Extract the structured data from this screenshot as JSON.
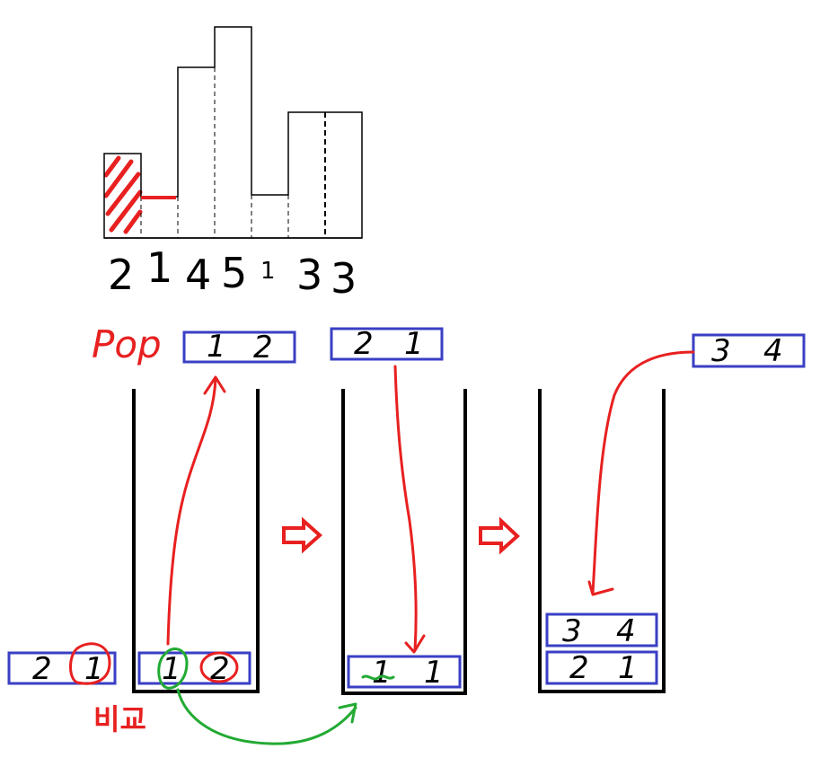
{
  "histogram": {
    "heights": [
      2,
      1,
      4,
      5,
      1,
      3,
      3
    ],
    "labels": [
      "2",
      "1",
      "4",
      "5",
      "1",
      "3",
      "3"
    ]
  },
  "annotations": {
    "pop": "Pop",
    "compare": "비교"
  },
  "boxes": {
    "outside_left": [
      "2",
      "1"
    ],
    "stack1_bottom": [
      "1",
      "2"
    ],
    "popped": [
      "1",
      "2"
    ],
    "incoming2": [
      "2",
      "1"
    ],
    "stack2_bottom": [
      "1",
      "1"
    ],
    "incoming3": [
      "3",
      "4"
    ],
    "stack3_bottom": [
      "2",
      "1"
    ],
    "stack3_top": [
      "3",
      "4"
    ]
  },
  "colors": {
    "box_border": "#3a3fc4",
    "annotation": "#e82020",
    "green": "#22aa33",
    "stroke": "#000000"
  }
}
